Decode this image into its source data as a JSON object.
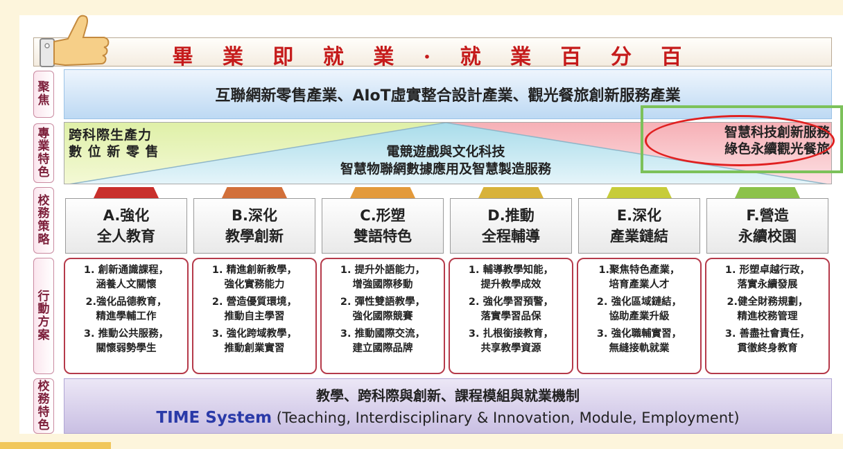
{
  "title": "畢 業 即 就 業 · 就 業 百 分 百",
  "side_labels": {
    "focus": "聚焦",
    "features": "專業特色",
    "strategy": "校務策略",
    "action": "行動方案",
    "school_features": "校務特色"
  },
  "focus_text": "互聯網新零售產業、AIoT虛實整合設計產業、觀光餐旅創新服務產業",
  "feature_band": {
    "left_line1": "跨科際生產力",
    "left_line2": "數 位 新 零 售",
    "center_line1": "電競遊戲與文化科技",
    "center_line2": "智慧物聯網數據應用及智慧製造服務",
    "right_line1": "智慧科技創新服務",
    "right_line2": "綠色永續觀光餐旅"
  },
  "strategies": [
    {
      "line1": "A.強化",
      "line2": "全人教育",
      "color": "#c9302c"
    },
    {
      "line1": "B.深化",
      "line2": "教學創新",
      "color": "#d2703a"
    },
    {
      "line1": "C.形塑",
      "line2": "雙語特色",
      "color": "#e39a3b"
    },
    {
      "line1": "D.推動",
      "line2": "全程輔導",
      "color": "#d8b23a"
    },
    {
      "line1": "E.深化",
      "line2": "產業鏈結",
      "color": "#c7cc3a"
    },
    {
      "line1": "F.營造",
      "line2": "永續校園",
      "color": "#8cc24a"
    }
  ],
  "actions": [
    {
      "items": [
        [
          "1. 創新通識課程，",
          "涵養人文關懷"
        ],
        [
          "2.強化品德教育，",
          "精進學輔工作"
        ],
        [
          "3. 推動公共服務，",
          "關懷弱勢學生"
        ]
      ]
    },
    {
      "items": [
        [
          "1. 精進創新教學，",
          "強化實務能力"
        ],
        [
          "2. 營造優質環境，",
          "推動自主學習"
        ],
        [
          "3. 強化跨域教學，",
          "推動創業實習"
        ]
      ]
    },
    {
      "items": [
        [
          "1. 提升外語能力，",
          "增強國際移動"
        ],
        [
          "2. 彈性雙語教學，",
          "強化國際競賽"
        ],
        [
          "3. 推動國際交流，",
          "建立國際品牌"
        ]
      ]
    },
    {
      "items": [
        [
          "1. 輔導教學知能，",
          "提升教學成效"
        ],
        [
          "2. 強化學習預警，",
          "落實學習品保"
        ],
        [
          "3. 扎根銜接教育，",
          "共享教學資源"
        ]
      ]
    },
    {
      "items": [
        [
          "1.聚焦特色產業，",
          "培育產業人才"
        ],
        [
          "2. 強化區域鏈結，",
          "協助產業升級"
        ],
        [
          "3. 強化職輔實習，",
          "無縫接軌就業"
        ]
      ]
    },
    {
      "items": [
        [
          "1. 形塑卓越行政，",
          "落實永續發展"
        ],
        [
          "2.健全財務規劃，",
          "精進校務管理"
        ],
        [
          "3. 善盡社會責任，",
          "貫徹終身教育"
        ]
      ]
    }
  ],
  "bottom": {
    "line1": "教學、跨科際與創新、課程模組與就業機制",
    "system": "TIME System",
    "line2_rest": " (Teaching, Interdisciplinary & Innovation, Module, Employment)"
  }
}
